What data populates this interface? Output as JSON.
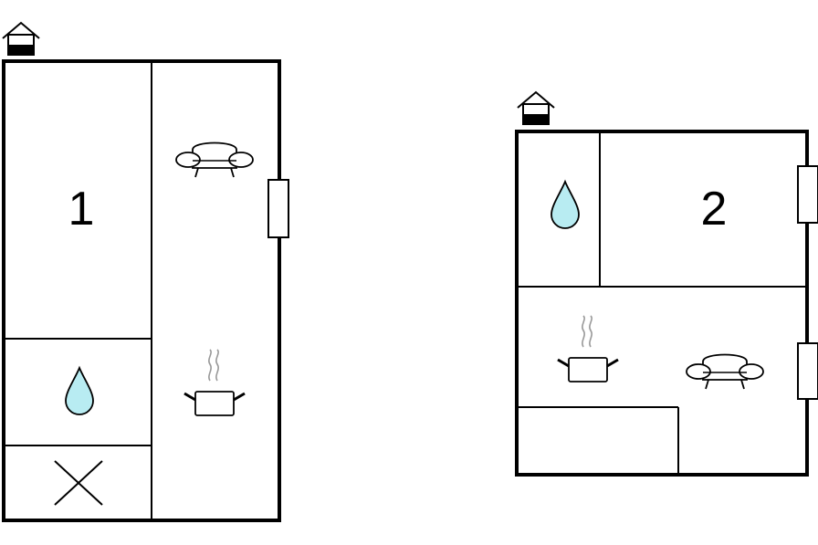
{
  "floors": [
    {
      "name": "floor-1",
      "room_label": "1",
      "entrance_icon": "entrance-house-icon"
    },
    {
      "name": "floor-2",
      "room_label": "2",
      "entrance_icon": "entrance-house-icon"
    }
  ],
  "icons": {
    "bathroom": "water-drop-icon",
    "living": "sofa-icon",
    "kitchen": "cooking-pot-icon",
    "storage": "cross-mark-icon"
  },
  "colors": {
    "water": "#b8ecf2",
    "wall": "#000000",
    "steam": "#999999"
  }
}
